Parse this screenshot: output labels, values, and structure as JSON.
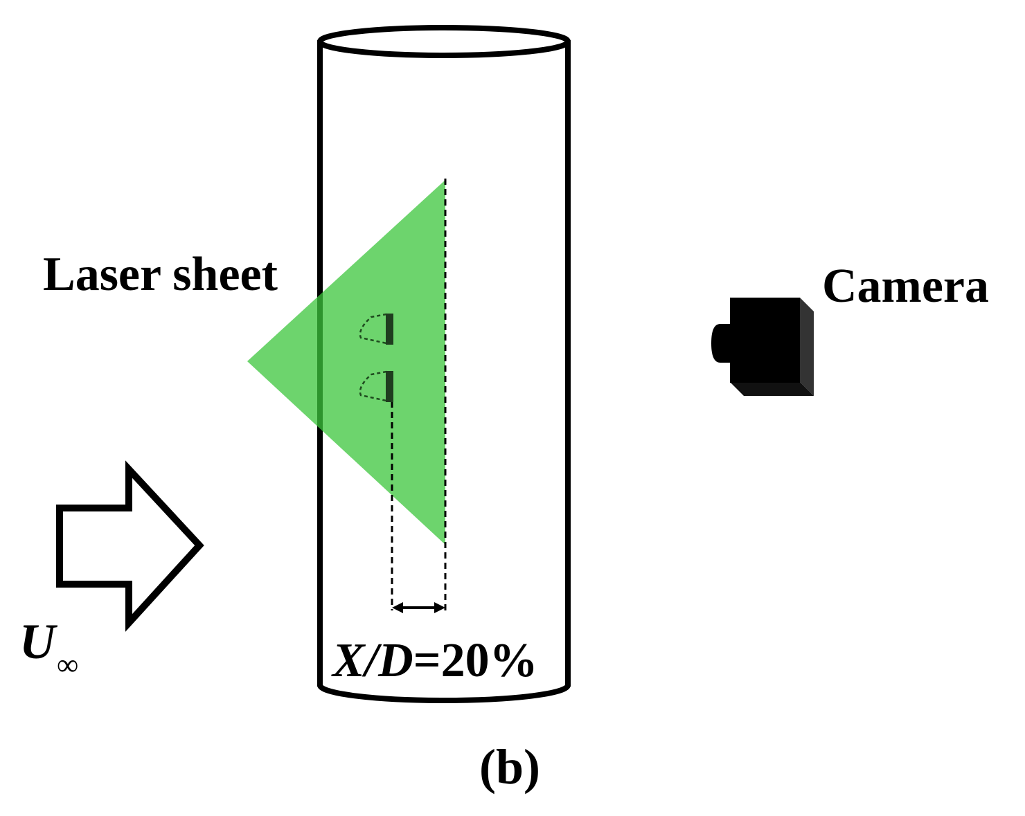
{
  "diagram": {
    "laser_label": "Laser sheet",
    "camera_label": "Camera",
    "ratio": {
      "var": "X/D",
      "equals": "=20%"
    },
    "velocity": {
      "symbol": "U",
      "subscript": "∞"
    },
    "panel_label": "(b)",
    "colors": {
      "laser_sheet": "#3cc63c",
      "outline": "#000000",
      "camera_body": "#000000",
      "camera_side": "#333333"
    }
  }
}
